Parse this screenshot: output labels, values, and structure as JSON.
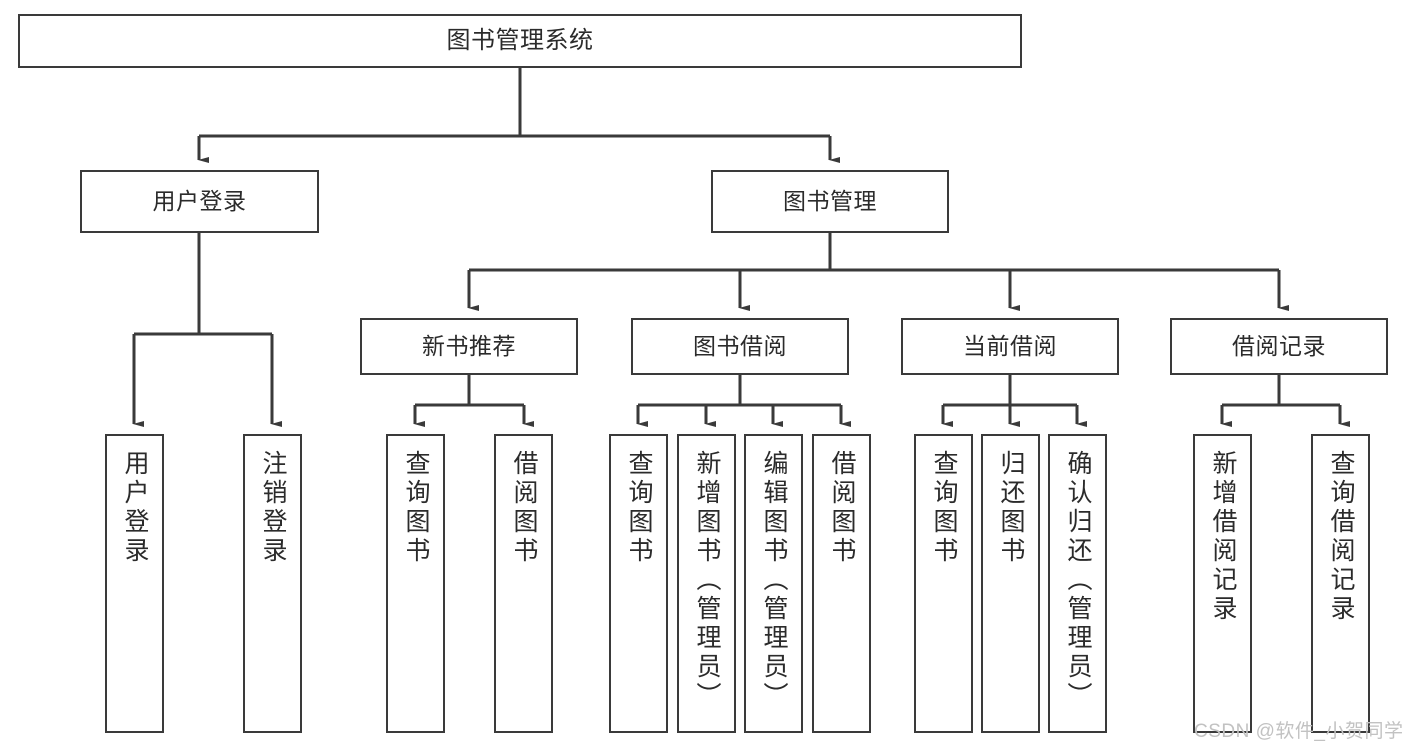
{
  "diagram": {
    "title": "图书管理系统",
    "type": "tree-hierarchy-chart",
    "watermark": "CSDN @软件_小贺同学",
    "colors": {
      "box_border": "#3a3a3a",
      "box_fill": "#ffffff",
      "edge": "#3a3a3a",
      "text": "#2b2b2b",
      "background": "#ffffff",
      "watermark": "#c2c2c2"
    },
    "levels": {
      "root": {
        "label": "图书管理系统"
      },
      "level2": [
        {
          "label": "用户登录"
        },
        {
          "label": "图书管理"
        }
      ],
      "level3": [
        {
          "label": "新书推荐"
        },
        {
          "label": "图书借阅"
        },
        {
          "label": "当前借阅"
        },
        {
          "label": "借阅记录"
        }
      ],
      "leaves": {
        "user_login": [
          {
            "label": "用户登录"
          },
          {
            "label": "注销登录"
          }
        ],
        "new_book_recommend": [
          {
            "label": "查询图书"
          },
          {
            "label": "借阅图书"
          }
        ],
        "book_borrow": [
          {
            "label": "查询图书"
          },
          {
            "label": "新增图书（管理员）"
          },
          {
            "label": "编辑图书（管理员）"
          },
          {
            "label": "借阅图书"
          }
        ],
        "current_borrow": [
          {
            "label": "查询图书"
          },
          {
            "label": "归还图书"
          },
          {
            "label": "确认归还（管理员）"
          }
        ],
        "borrow_record": [
          {
            "label": "新增借阅记录"
          },
          {
            "label": "查询借阅记录"
          }
        ]
      }
    }
  }
}
